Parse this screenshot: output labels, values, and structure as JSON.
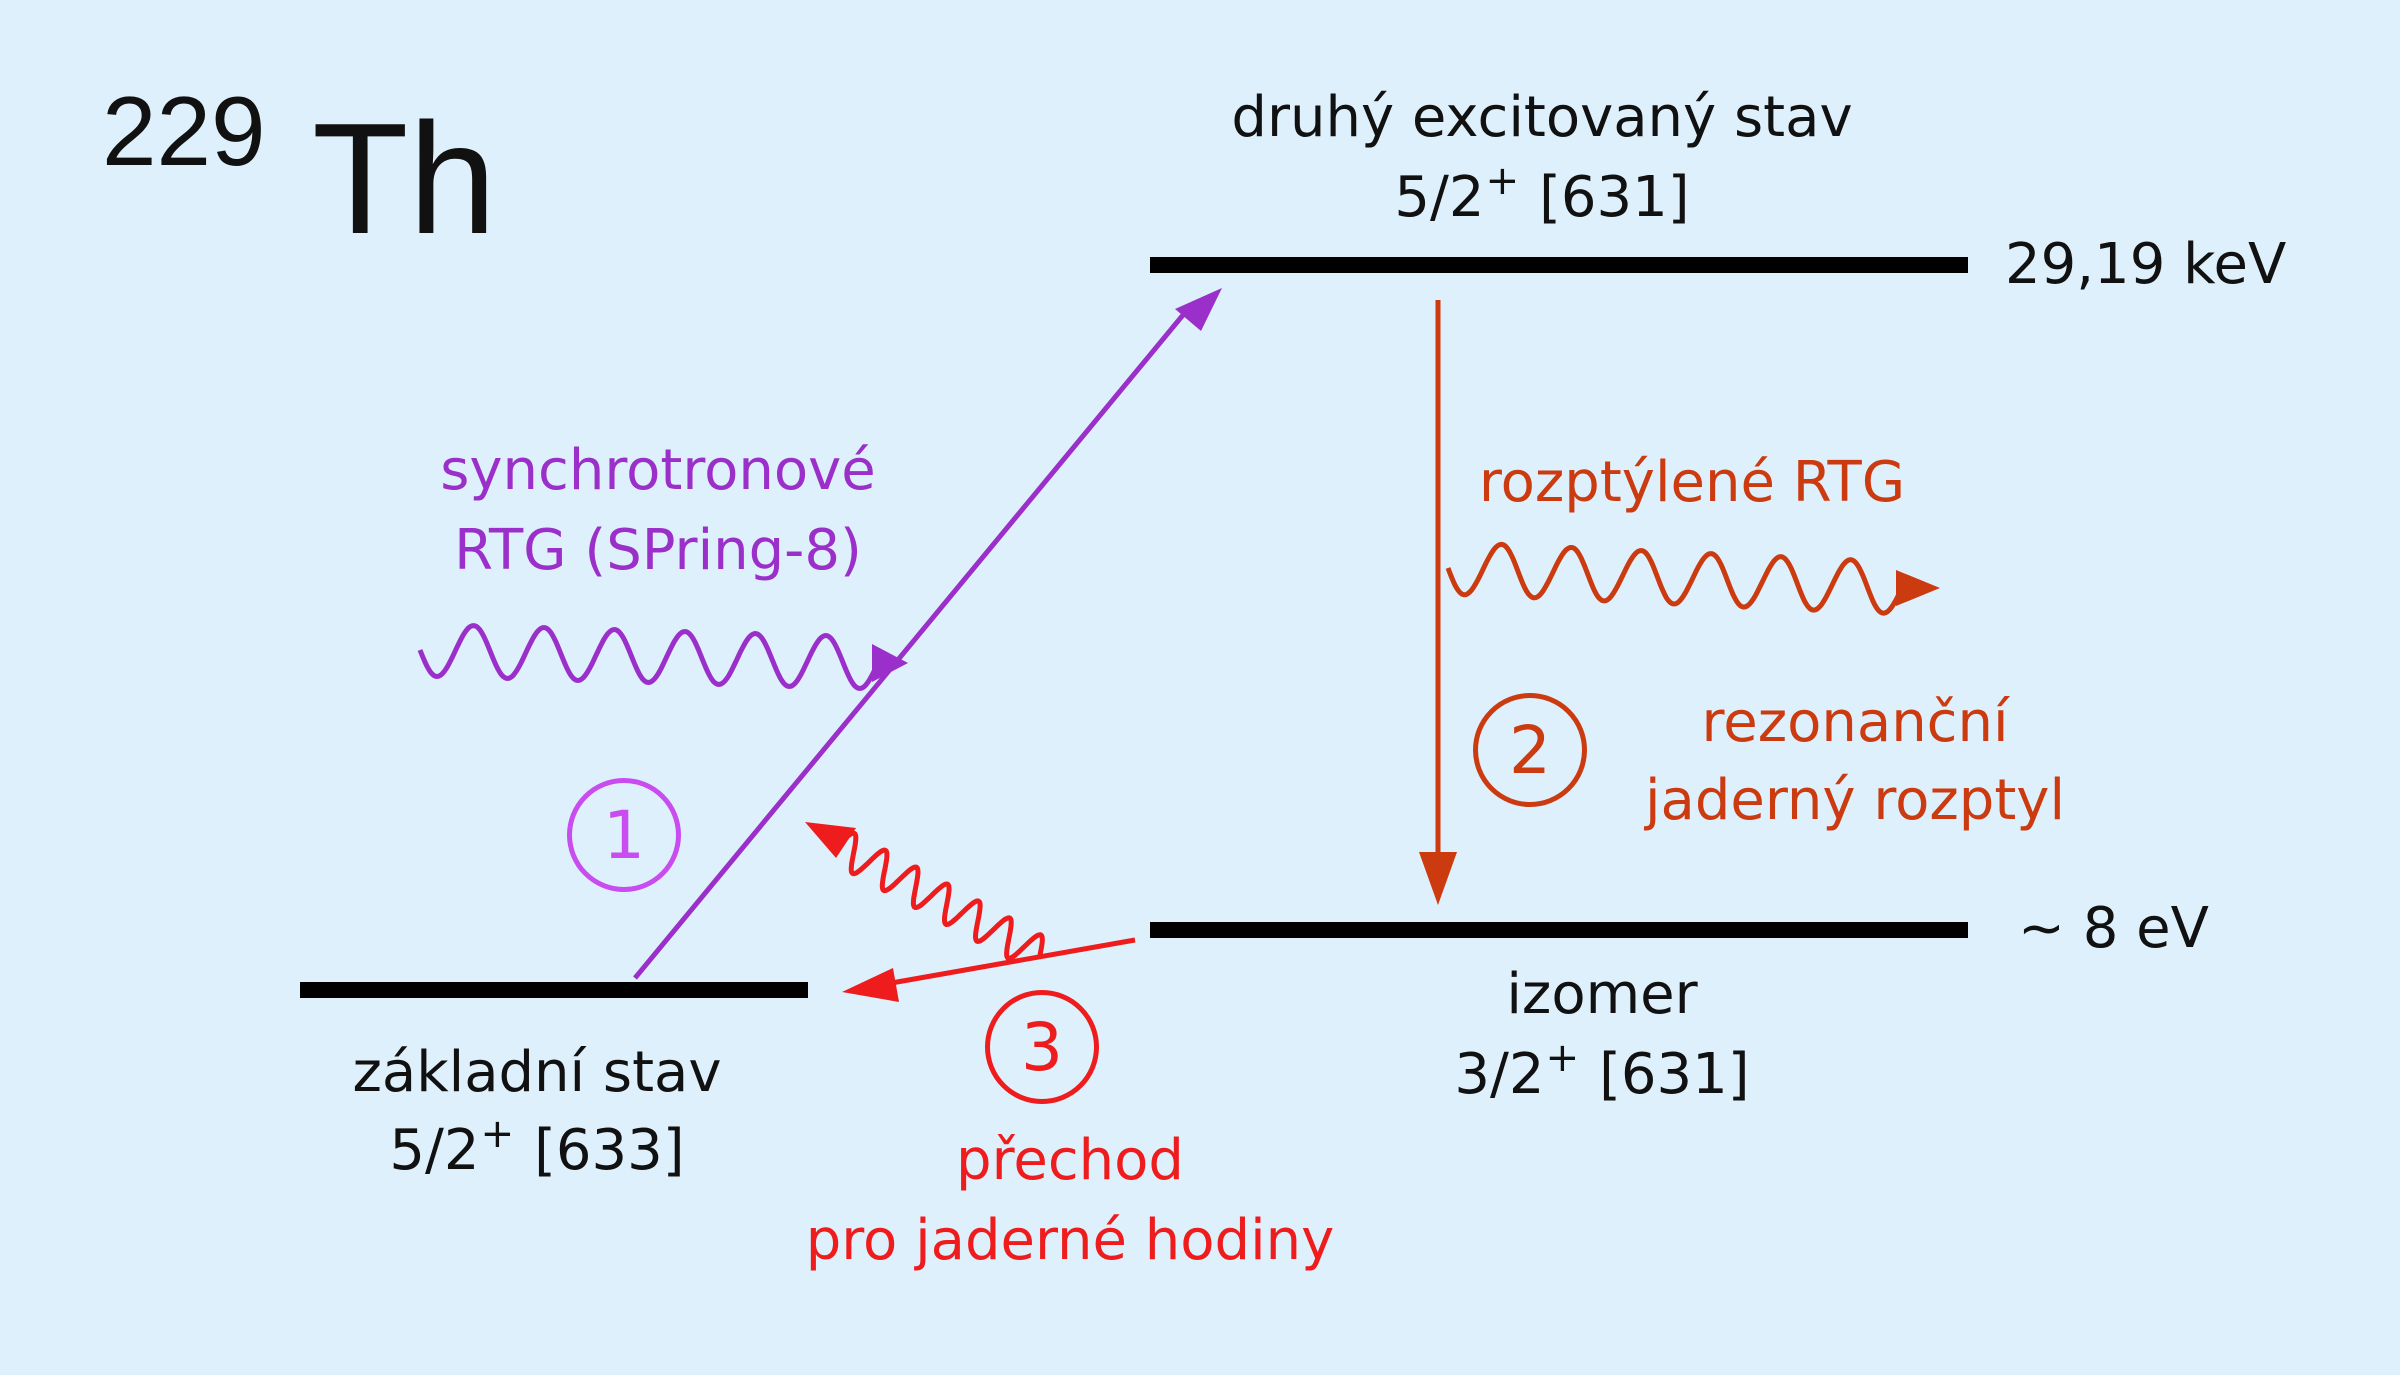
{
  "title": {
    "mass": "229",
    "symbol": "Th"
  },
  "levels": {
    "ground": {
      "name": "základní stav",
      "spin": "5/2",
      "parity": "+",
      "nilsson": "[633]"
    },
    "isomer": {
      "name": "izomer",
      "spin": "3/2",
      "parity": "+",
      "nilsson": "[631]",
      "energy": "~ 8 eV"
    },
    "second_excited": {
      "name": "druhý excitovaný stav",
      "spin": "5/2",
      "parity": "+",
      "nilsson": "[631]",
      "energy": "29,19 keV"
    }
  },
  "processes": {
    "step1": {
      "number": "1",
      "label_line1": "synchrotronové",
      "label_line2": "RTG (SPring-8)",
      "color": "#9b2fc9",
      "circle_color": "#c84cf0"
    },
    "step2": {
      "number": "2",
      "emission_label": "rozptýlené RTG",
      "label_line1": "rezonanční",
      "label_line2": "jaderný rozptyl",
      "color": "#cc3a10"
    },
    "step3": {
      "number": "3",
      "label_line1": "přechod",
      "label_line2": "pro jaderné hodiny",
      "color": "#ee1c1c"
    }
  },
  "colors": {
    "background": "#def0fb",
    "levels": "#000000"
  }
}
